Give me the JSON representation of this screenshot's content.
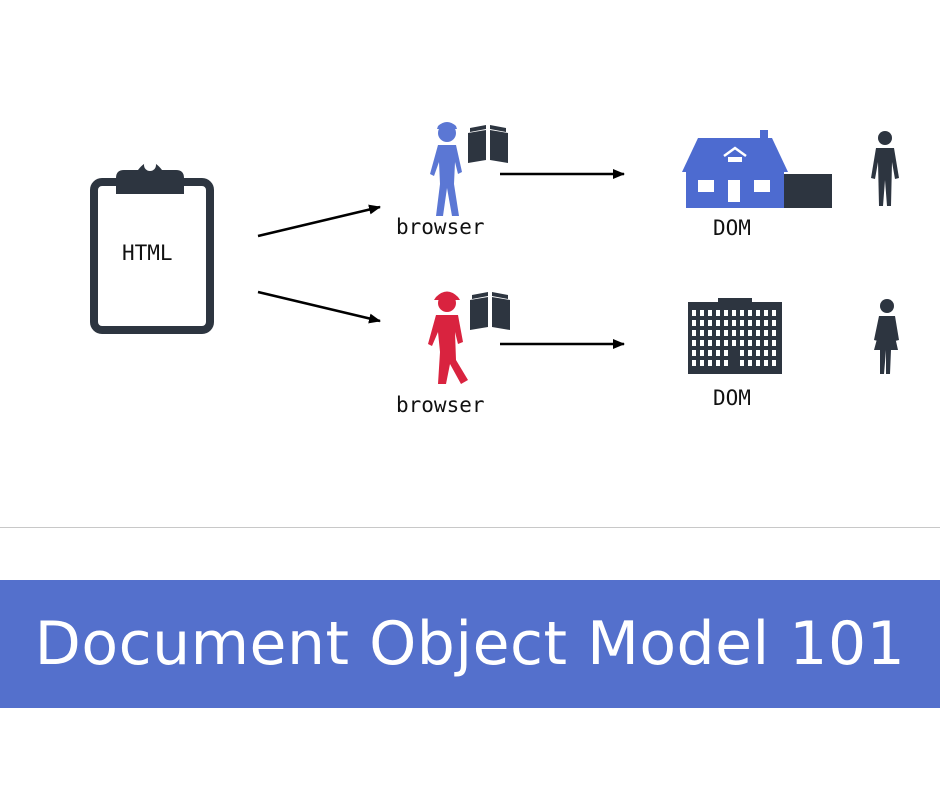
{
  "diagram": {
    "source_label": "HTML",
    "rows": [
      {
        "browser_label": "browser",
        "output_label": "DOM",
        "builder_color": "#5b77d4",
        "building": "house-icon"
      },
      {
        "browser_label": "browser",
        "output_label": "DOM",
        "builder_color": "#d9233f",
        "building": "apartment-building-icon"
      }
    ],
    "colors": {
      "dark": "#2d3540",
      "house": "#4d6bd0",
      "arrow": "#000000"
    }
  },
  "banner": {
    "title": "Document Object Model 101",
    "background": "#5470cc"
  }
}
